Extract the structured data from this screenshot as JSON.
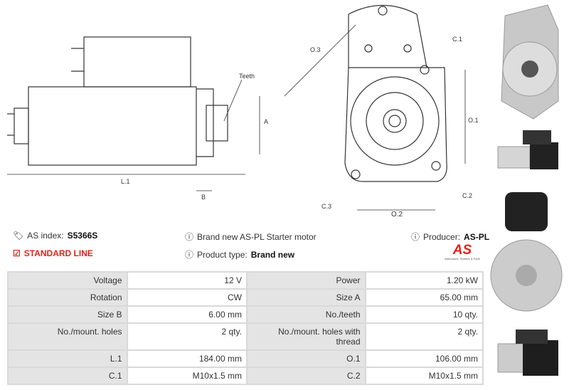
{
  "drawing": {
    "teeth_label": "Teeth",
    "dim_A": "A",
    "dim_B": "B",
    "dim_L1": "L.1",
    "dim_O1": "O.1",
    "dim_O2": "O.2",
    "dim_O3": "O.3",
    "dim_C1": "C.1",
    "dim_C2": "C.2",
    "dim_C3": "C.3"
  },
  "info": {
    "as_index_label": "AS index:",
    "as_index_value": "S5366S",
    "line": "STANDARD LINE",
    "description": "Brand new AS-PL Starter motor",
    "product_type_label": "Product type:",
    "product_type_value": "Brand new",
    "producer_label": "Producer:",
    "producer_value": "AS-PL",
    "logo_text": "AS",
    "logo_tagline": "Alternators, Starters & Parts"
  },
  "colors": {
    "accent": "#e2231a"
  },
  "specs": [
    [
      "Voltage",
      "12 V",
      "Power",
      "1.20 kW"
    ],
    [
      "Rotation",
      "CW",
      "Size A",
      "65.00 mm"
    ],
    [
      "Size B",
      "6.00 mm",
      "No./teeth",
      "10 qty."
    ],
    [
      "No./mount. holes",
      "2 qty.",
      "No./mount. holes with thread",
      "2 qty."
    ],
    [
      "L.1",
      "184.00 mm",
      "O.1",
      "106.00 mm"
    ],
    [
      "C.1",
      "M10x1.5 mm",
      "C.2",
      "M10x1.5 mm"
    ]
  ]
}
